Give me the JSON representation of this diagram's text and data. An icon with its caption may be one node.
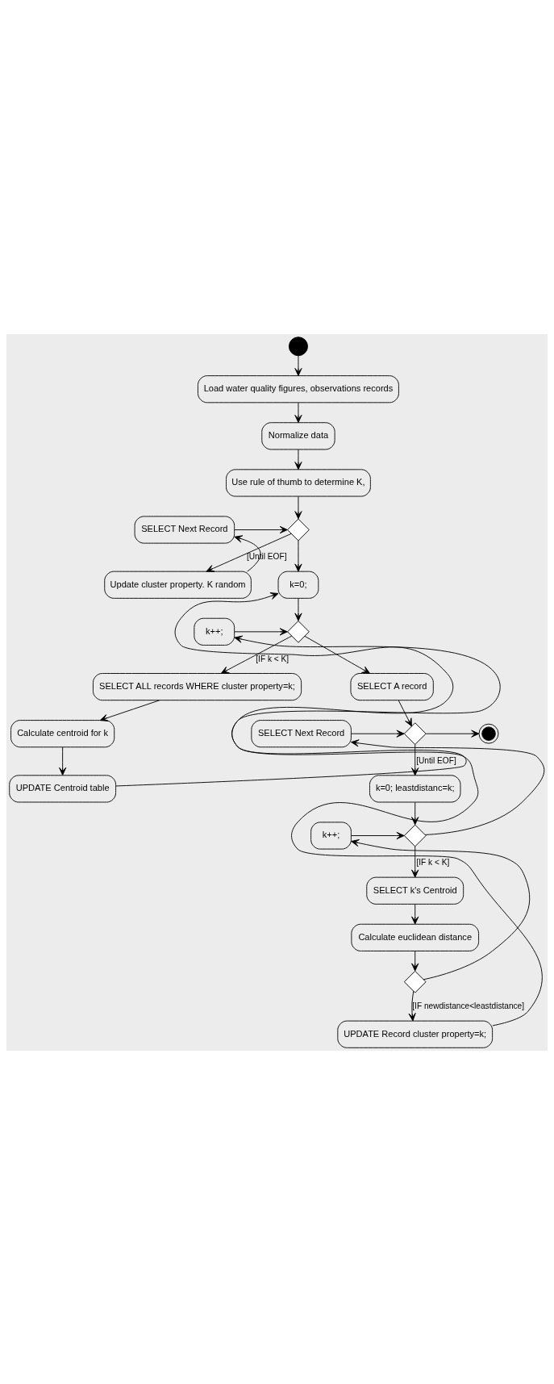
{
  "diagram": {
    "nodes": [
      {
        "text": [],
        "shape": "circle"
      },
      {
        "text": [
          "Load water quality figures, observations records"
        ]
      },
      {
        "text": [
          "Normalize data"
        ]
      },
      {
        "text": [
          "Use rule of thumb to determine K,"
        ]
      },
      {
        "text": [],
        "shape": "diamond"
      },
      {
        "text": [
          "SELECT Next Record"
        ]
      },
      {
        "text": [
          "Update cluster property. K random"
        ]
      },
      {
        "text": [
          "k=0;"
        ]
      },
      {
        "text": [],
        "shape": "diamond"
      },
      {
        "text": [
          "k++;"
        ]
      },
      {
        "text": [
          "SELECT ALL records WHERE cluster property=k;"
        ]
      },
      {
        "text": [
          "Calculate centroid for k"
        ]
      },
      {
        "text": [
          "UPDATE Centroid table"
        ]
      },
      {
        "text": [
          "SELECT A record"
        ]
      },
      {
        "text": [],
        "shape": "diamond"
      },
      {
        "text": [
          "SELECT Next Record"
        ]
      },
      {
        "text": [],
        "shape": "circle"
      },
      {
        "text": [
          "k=0; leastdistanc=k;"
        ]
      },
      {
        "text": [],
        "shape": "diamond"
      },
      {
        "text": [
          "k++;"
        ]
      },
      {
        "text": [
          "SELECT k's Centroid"
        ]
      },
      {
        "text": [
          "Calculate euclidean distance"
        ]
      },
      {
        "text": [],
        "shape": "diamond"
      },
      {
        "text": [
          "UPDATE Record cluster property=k;"
        ]
      }
    ],
    "edges": [
      {
        "from": 0,
        "to": 1,
        "arrow": "to"
      },
      {
        "from": 1,
        "to": 2,
        "arrow": "to"
      },
      {
        "from": 2,
        "to": 3,
        "arrow": "to"
      },
      {
        "from": 3,
        "to": 4,
        "arrow": "to"
      },
      {
        "from": 5,
        "to": 4,
        "arrow": "to"
      },
      {
        "from": 4,
        "to": 6,
        "arrow": "to",
        "label": "[Until EOF]"
      },
      {
        "from": 6,
        "to": 5,
        "arrow": "to"
      },
      {
        "from": 4,
        "to": 7,
        "arrow": "to"
      },
      {
        "from": 23,
        "to": 7,
        "arrow": "to"
      },
      {
        "from": 7,
        "to": 8,
        "arrow": "to"
      },
      {
        "from": 9,
        "to": 8,
        "arrow": "to"
      },
      {
        "from": 8,
        "to": 10,
        "arrow": "to",
        "label": "[IF k < K]"
      },
      {
        "from": 10,
        "to": 11,
        "arrow": "to"
      },
      {
        "from": 11,
        "to": 12,
        "arrow": "to"
      },
      {
        "from": 12,
        "to": 9,
        "arrow": "to"
      },
      {
        "from": 8,
        "to": 13,
        "arrow": "to"
      },
      {
        "from": 13,
        "to": 14,
        "arrow": "to"
      },
      {
        "from": 15,
        "to": 14,
        "arrow": "to"
      },
      {
        "from": 14,
        "to": 16,
        "arrow": "to"
      },
      {
        "from": 14,
        "to": 17,
        "arrow": "to",
        "label": "[Until EOF]"
      },
      {
        "from": 17,
        "to": 18,
        "arrow": "to"
      },
      {
        "from": 19,
        "to": 18,
        "arrow": "to"
      },
      {
        "from": 18,
        "to": 15,
        "arrow": "to"
      },
      {
        "from": 18,
        "to": 20,
        "arrow": "to",
        "label": "[IF k < K]"
      },
      {
        "from": 20,
        "to": 21,
        "arrow": "to"
      },
      {
        "from": 21,
        "to": 22,
        "arrow": "to"
      },
      {
        "from": 22,
        "to": 19,
        "arrow": "to"
      },
      {
        "from": 22,
        "to": 23,
        "arrow": "to",
        "label": "[IF newdistance<leastdistance]"
      }
    ]
  }
}
